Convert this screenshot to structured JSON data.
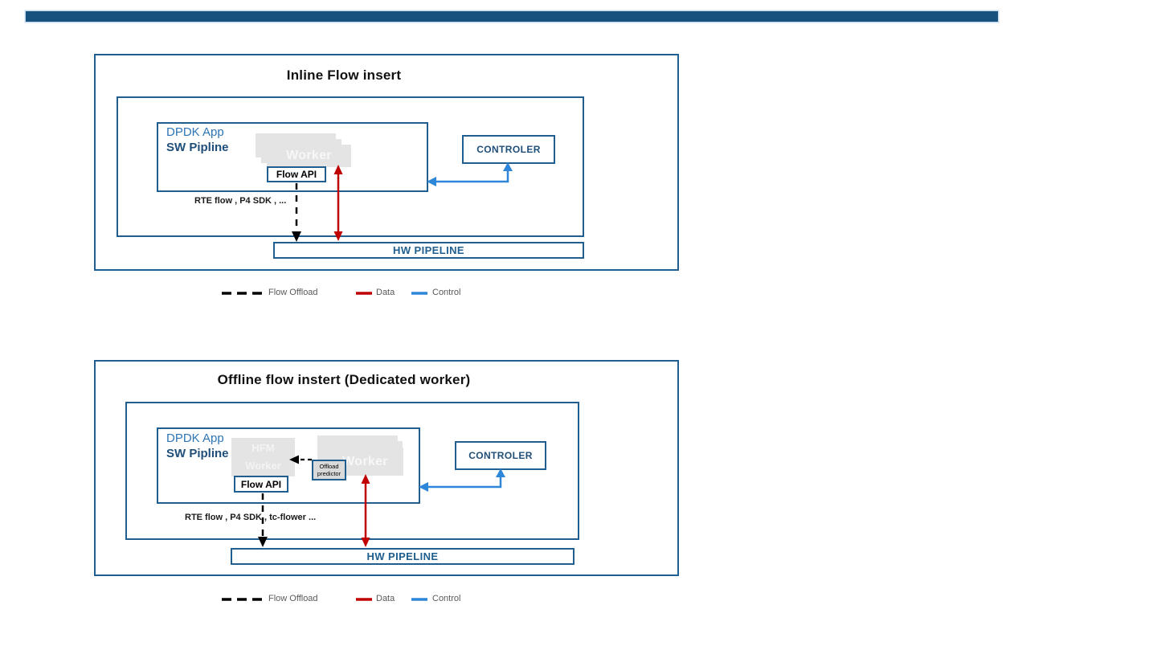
{
  "colors": {
    "top_bar": "#17527E",
    "box_border": "#1F5E8E",
    "navy_text": "#1F4E79",
    "dpdk_blue_text": "#2E75B6",
    "control_arrow": "#2E86D9",
    "data_arrow": "#C00000",
    "flow_offload_arrow": "#000000",
    "worker_card": "#E4E4E4",
    "legend_text": "#595959"
  },
  "diagram1": {
    "title": "Inline Flow insert",
    "dpdk_app": "DPDK App",
    "sw_pipeline": "SW Pipline",
    "worker": "Worker",
    "flow_api": "Flow API",
    "controller": "CONTROLER",
    "api_note": "RTE flow , P4 SDK , ...",
    "hw_pipeline": "HW PIPELINE"
  },
  "diagram2": {
    "title": "Offline flow instert (Dedicated worker)",
    "dpdk_app": "DPDK App",
    "sw_pipeline": "SW Pipline",
    "hfm_line1": "HFM",
    "hfm_line2": "Worker",
    "worker": "Worker",
    "offload_line1": "Offload",
    "offload_line2": "predictor",
    "flow_api": "Flow API",
    "controller": "CONTROLER",
    "api_note": "RTE flow , P4 SDK , tc-flower ...",
    "hw_pipeline": "HW PIPELINE"
  },
  "legend": {
    "flow_offload": "Flow Offload",
    "data": "Data",
    "control": "Control"
  }
}
